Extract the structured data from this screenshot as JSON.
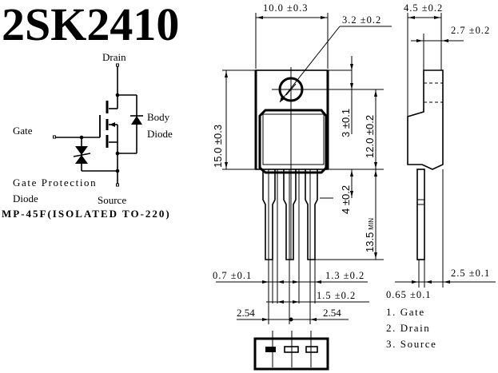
{
  "title": "2SK2410",
  "schematic": {
    "drain_label": "Drain",
    "gate_label": "Gate",
    "source_label": "Source",
    "body_diode_label_1": "Body",
    "body_diode_label_2": "Diode",
    "gate_protection_label_1": "Gate Protection",
    "gate_protection_label_2": "Diode"
  },
  "package_label": "MP-45F(ISOLATED TO-220)",
  "dimensions": {
    "width_top": "10.0 ±0.3",
    "hole_dia": "3.2 ±0.2",
    "height_total": "15.0 ±0.3",
    "hole_offset": "3 ±0.1",
    "body_height": "12.0 ±0.2",
    "lead_shoulder": "4 ±0.2",
    "lead_length": "13.5",
    "lead_length_suffix": "MIN",
    "lead_width": "0.7 ±0.1",
    "lead_shoulder_width": "1.3 ±0.2",
    "lead_gap": "1.5 ±0.2",
    "pitch_left": "2.54",
    "pitch_right": "2.54",
    "thickness": "4.5 ±0.2",
    "tab_thickness": "2.7 ±0.2",
    "lead_thickness": "0.65 ±0.1",
    "lead_offset": "2.5 ±0.1"
  },
  "pinout": [
    "1. Gate",
    "2. Drain",
    "3. Source"
  ]
}
